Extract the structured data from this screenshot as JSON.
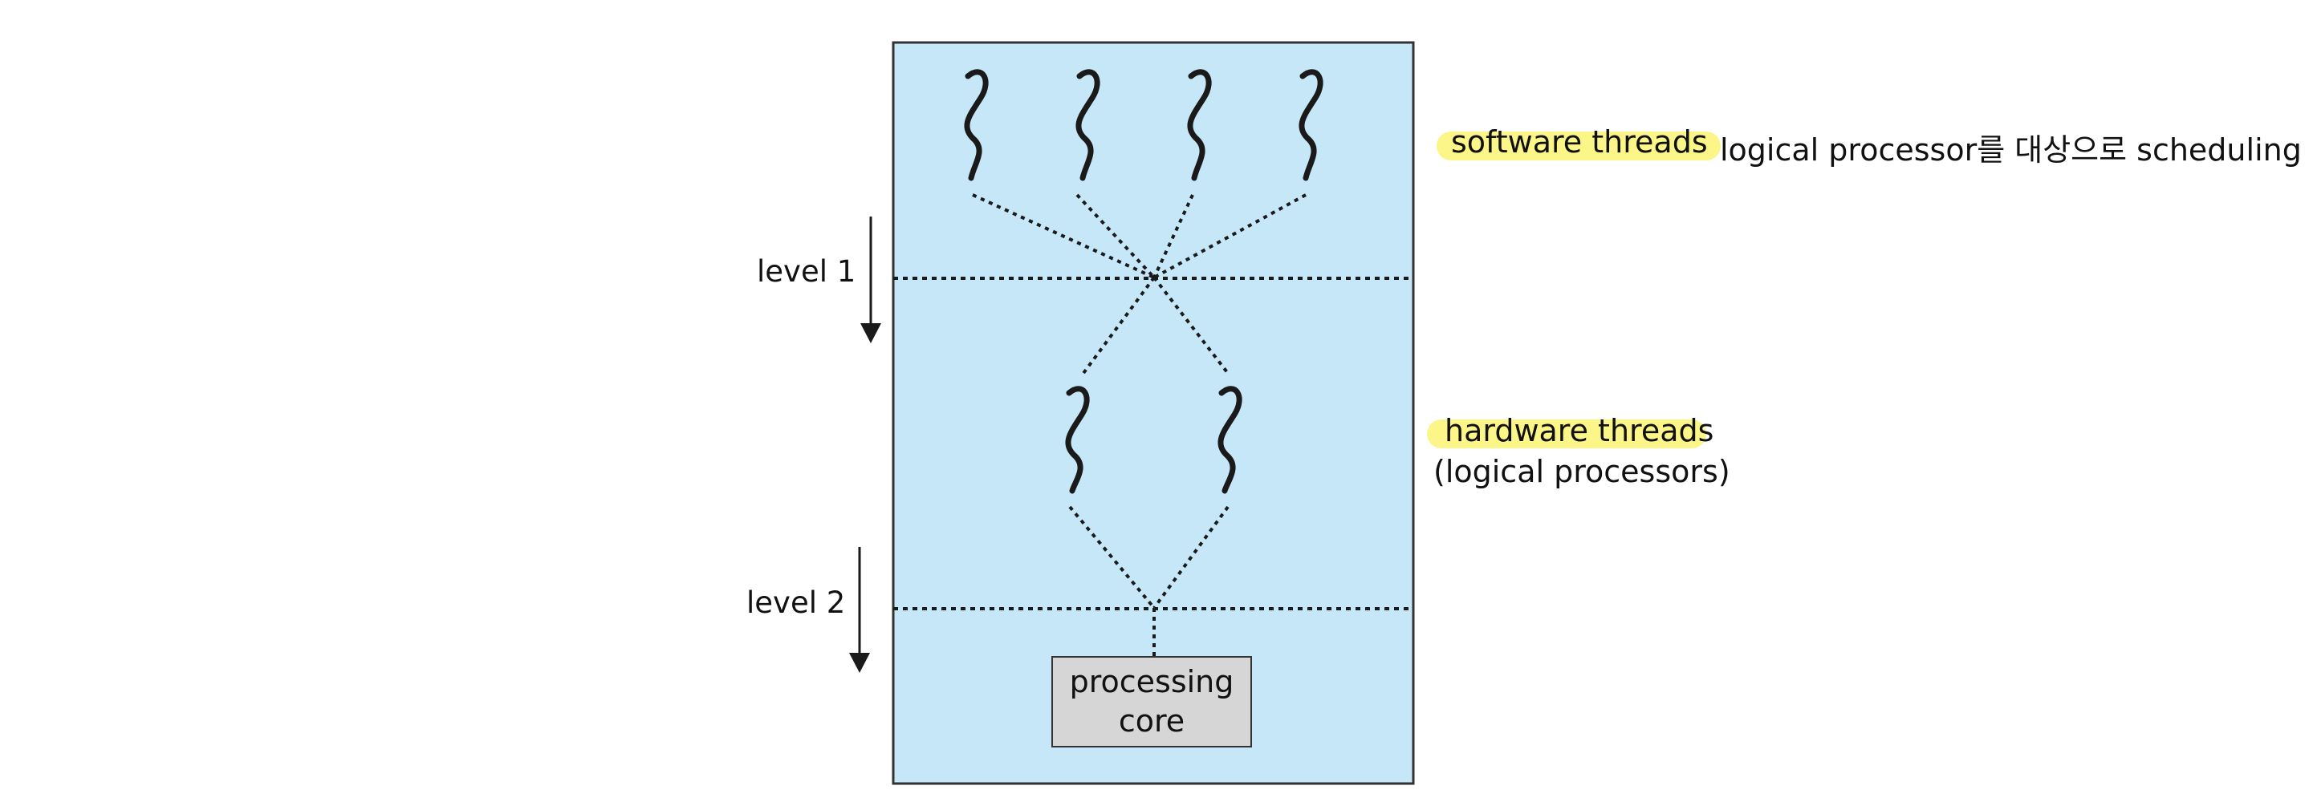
{
  "labels": {
    "level1": "level 1",
    "level2": "level 2",
    "software_threads": "software threads",
    "scheduling_note": "logical processor를 대상으로 scheduling",
    "hardware_threads": "hardware threads",
    "logical_processors": "(logical processors)",
    "core_line1": "processing",
    "core_line2": "core"
  },
  "colors": {
    "panel": "#c6e7f8",
    "highlight": "#fbf581",
    "core_box": "#d6d6d6",
    "stroke": "#1a1a1a"
  }
}
